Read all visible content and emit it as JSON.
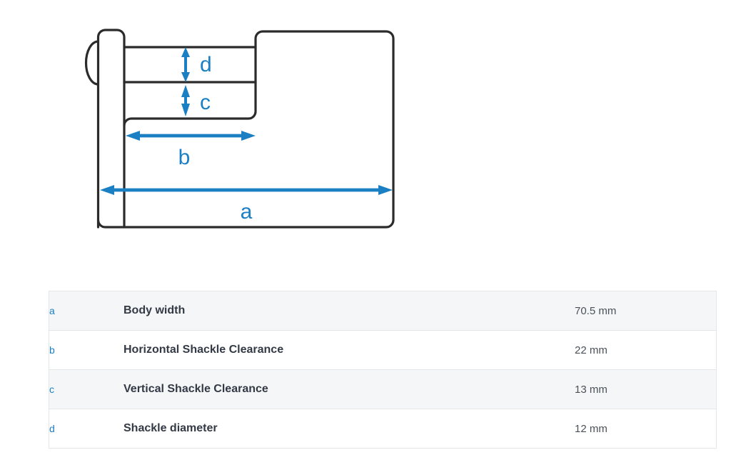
{
  "diagram": {
    "name": "padlock-dimension-diagram",
    "accent_color": "#1b7fc4",
    "outline_color": "#2b2b2b",
    "labels": {
      "a": "a",
      "b": "b",
      "c": "c",
      "d": "d"
    }
  },
  "spec_table": {
    "rows": [
      {
        "key": "a",
        "name": "Body width",
        "value": "70.5 mm"
      },
      {
        "key": "b",
        "name": "Horizontal Shackle Clearance",
        "value": "22 mm"
      },
      {
        "key": "c",
        "name": "Vertical Shackle Clearance",
        "value": "13 mm"
      },
      {
        "key": "d",
        "name": "Shackle diameter",
        "value": "12 mm"
      }
    ]
  }
}
